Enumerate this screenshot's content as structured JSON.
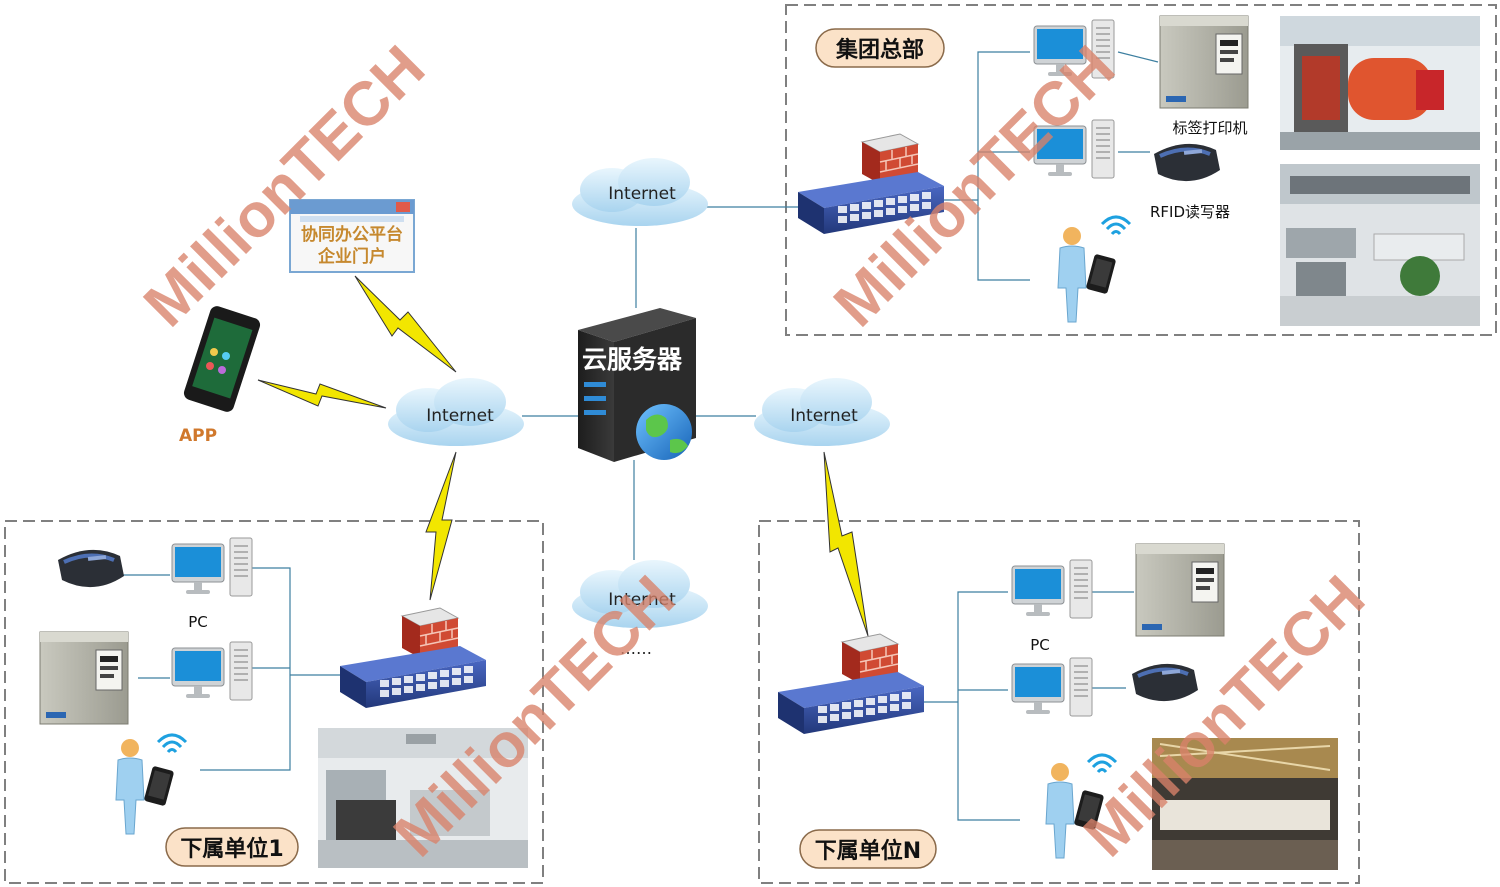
{
  "groups": {
    "hq": "集团总部",
    "sub1": "下属单位1",
    "subN": "下属单位N"
  },
  "server": {
    "label": "云服务器"
  },
  "clouds": {
    "top": "Internet",
    "left": "Internet",
    "right": "Internet",
    "bottom": "Internet",
    "bottom_more": "……"
  },
  "portal": {
    "line1": "协同办公平台",
    "line2": "企业门户"
  },
  "app": {
    "label": "APP"
  },
  "devices": {
    "label_printer": "标签打印机",
    "rfid_reader": "RFID读写器",
    "pc_sub1": "PC",
    "pc_subN": "PC"
  },
  "watermark": "MillionTECH",
  "colors": {
    "pill_fill": "#fbe2c8",
    "pill_stroke": "#8a6a4a",
    "switch_blue": "#2f4b9c",
    "firewall_red": "#c0392b",
    "cloud_blue": "#bfe0f5",
    "line_blue": "#3d7fa0",
    "lightning": "#f2e600",
    "watermark": "#d9826a"
  }
}
